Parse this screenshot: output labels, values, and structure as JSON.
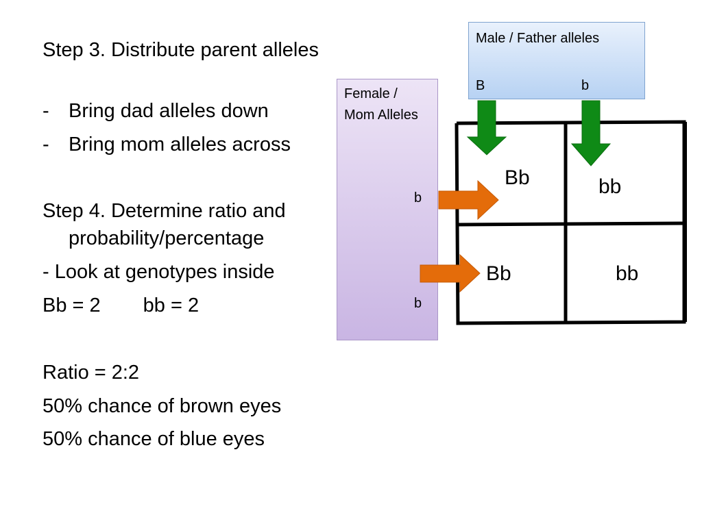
{
  "step3": {
    "heading": "Step 3. Distribute parent alleles",
    "bullets": [
      {
        "dash": "-",
        "text": "Bring dad alleles down"
      },
      {
        "dash": "-",
        "text": "Bring mom alleles across"
      }
    ]
  },
  "step4": {
    "heading": "Step 4. Determine ratio and probability/percentage",
    "line1": "- Look at genotypes inside",
    "count_bb_upper": "Bb = 2",
    "count_bb_lower": "bb = 2"
  },
  "results": {
    "ratio": "Ratio = 2:2",
    "brown": "50% chance of brown eyes",
    "blue": "50% chance of blue eyes"
  },
  "male_box": {
    "label": "Male / Father alleles",
    "allele_1": "B",
    "allele_2": "b",
    "color": "#b7d2f3"
  },
  "female_box": {
    "label": "Female / Mom Alleles",
    "allele_1": "b",
    "allele_2": "b",
    "color": "#c9b5e3"
  },
  "punnett": {
    "cells": [
      "Bb",
      "bb",
      "Bb",
      "bb"
    ]
  },
  "colors": {
    "down_arrow": "#0f8a16",
    "across_arrow": "#e46c0a",
    "grid": "#000000"
  },
  "icons": {
    "down_arrow": "down-arrow-icon",
    "across_arrow": "right-arrow-icon"
  }
}
